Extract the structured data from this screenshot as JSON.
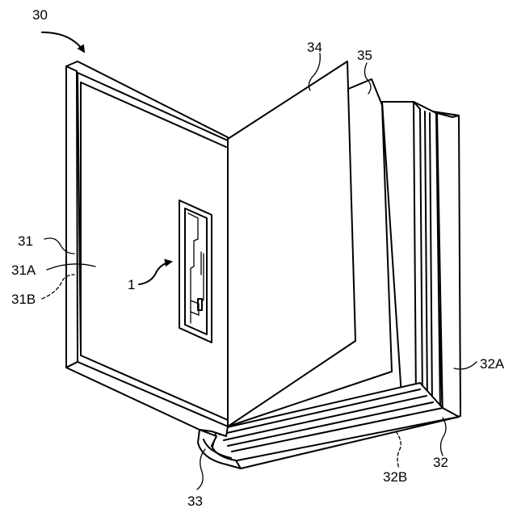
{
  "figure": {
    "labels": {
      "assembly": "30",
      "cover_front": "31",
      "cover_front_inner": "31A",
      "cover_front_outer": "31B",
      "cover_back": "32",
      "cover_back_inner": "32A",
      "cover_back_outer": "32B",
      "spine": "33",
      "page_a": "34",
      "page_b": "35",
      "tag": "1"
    }
  }
}
